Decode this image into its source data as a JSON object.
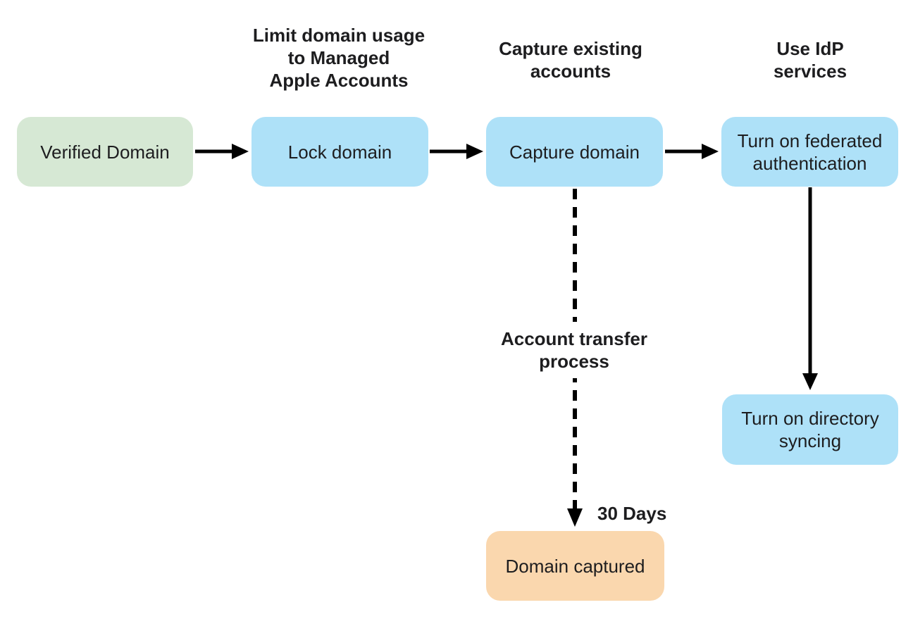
{
  "diagram": {
    "background": "#ffffff",
    "colors": {
      "start_node": "#d6e8d4",
      "process_node": "#aee1f8",
      "end_node": "#fad7ae",
      "arrow": "#000000",
      "text": "#1d1d1f"
    },
    "nodes": {
      "verified_domain": {
        "label": "Verified Domain",
        "color": "start_node"
      },
      "lock_domain": {
        "label": "Lock domain",
        "color": "process_node"
      },
      "capture_domain": {
        "label": "Capture domain",
        "color": "process_node"
      },
      "federated_auth": {
        "label": "Turn on federated\nauthentication",
        "color": "process_node"
      },
      "directory_syncing": {
        "label": "Turn on directory\nsyncing",
        "color": "process_node"
      },
      "domain_captured": {
        "label": "Domain captured",
        "color": "end_node"
      }
    },
    "annotations": {
      "lock_domain_note": "Limit domain usage\nto Managed\nApple Accounts",
      "capture_domain_note": "Capture existing\naccounts",
      "federated_auth_note": "Use IdP\nservices",
      "transfer_process_note": "Account transfer\nprocess",
      "duration_note": "30 Days"
    },
    "edges": [
      {
        "from": "verified_domain",
        "to": "lock_domain",
        "style": "solid"
      },
      {
        "from": "lock_domain",
        "to": "capture_domain",
        "style": "solid"
      },
      {
        "from": "capture_domain",
        "to": "federated_auth",
        "style": "solid"
      },
      {
        "from": "federated_auth",
        "to": "directory_syncing",
        "style": "solid"
      },
      {
        "from": "capture_domain",
        "to": "domain_captured",
        "style": "dashed",
        "label_ref": "transfer_process_note",
        "annotation_ref": "duration_note"
      }
    ]
  }
}
